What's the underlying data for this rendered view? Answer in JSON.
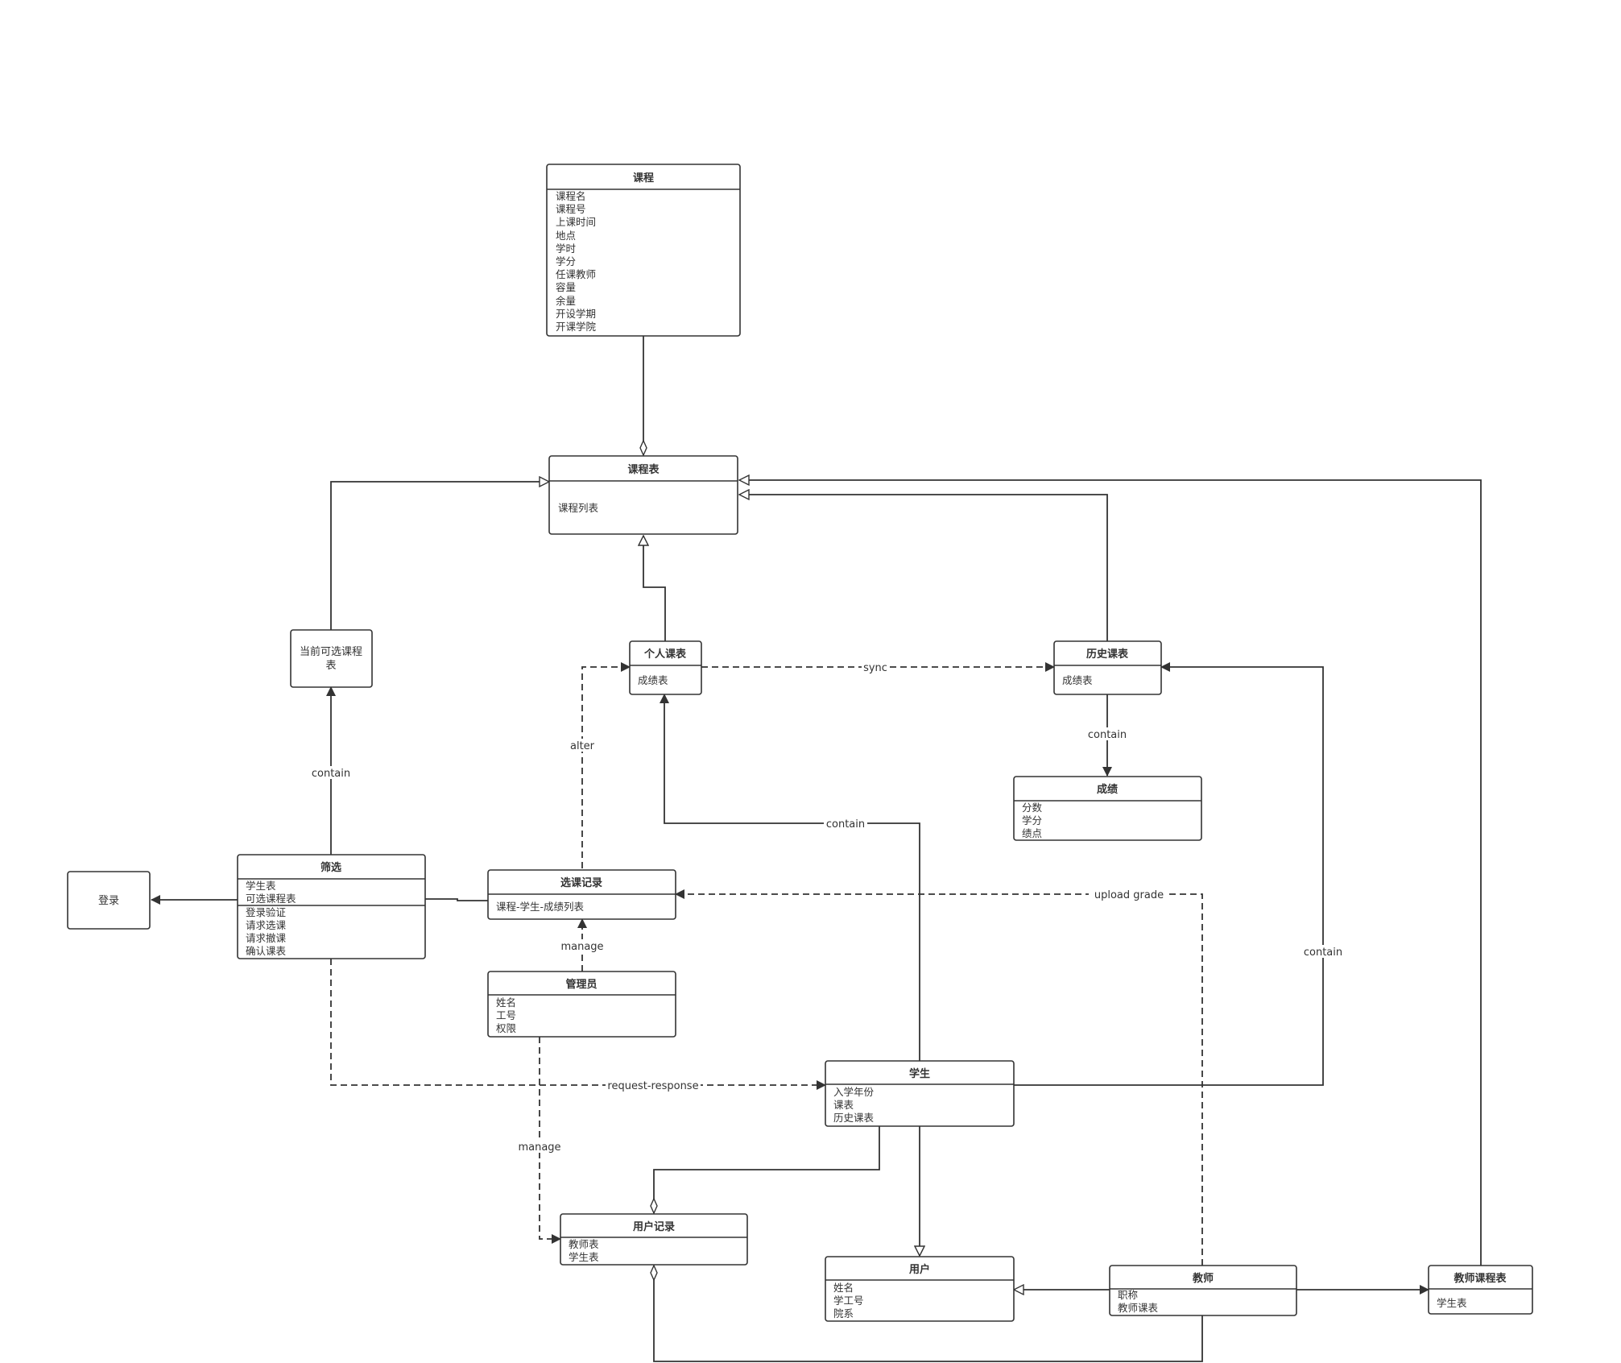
{
  "classes": {
    "course": {
      "title": "课程",
      "attrs": [
        "课程名",
        "课程号",
        "上课时间",
        "地点",
        "学时",
        "学分",
        "任课教师",
        "容量",
        "余量",
        "开设学期",
        "开课学院"
      ]
    },
    "course_table": {
      "title": "课程表",
      "attrs": [
        "课程列表"
      ]
    },
    "personal_table": {
      "title": "个人课表",
      "attrs": [
        "成绩表"
      ]
    },
    "history_table": {
      "title": "历史课表",
      "attrs": [
        "成绩表"
      ]
    },
    "grade": {
      "title": "成绩",
      "attrs": [
        "分数",
        "学分",
        "绩点"
      ]
    },
    "available_table": {
      "lines": [
        "当前可选课程",
        "表"
      ]
    },
    "filter": {
      "title": "筛选",
      "attrs": [
        "学生表",
        "可选课程表"
      ],
      "ops": [
        "登录验证",
        "请求选课",
        "请求撤课",
        "确认课表"
      ]
    },
    "login": {
      "label": "登录"
    },
    "selection_record": {
      "title": "选课记录",
      "attrs": [
        "课程-学生-成绩列表"
      ]
    },
    "admin": {
      "title": "管理员",
      "attrs": [
        "姓名",
        "工号",
        "权限"
      ]
    },
    "student": {
      "title": "学生",
      "attrs": [
        "入学年份",
        "课表",
        "历史课表"
      ]
    },
    "user_record": {
      "title": "用户记录",
      "attrs": [
        "教师表",
        "学生表"
      ]
    },
    "user": {
      "title": "用户",
      "attrs": [
        "姓名",
        "学工号",
        "院系"
      ]
    },
    "teacher": {
      "title": "教师",
      "attrs": [
        "职称",
        "教师课表"
      ]
    },
    "teacher_table": {
      "title": "教师课程表",
      "attrs": [
        "学生表"
      ]
    }
  },
  "edge_labels": {
    "sync": "sync",
    "alter": "alter",
    "contain_filter": "contain",
    "contain_history": "contain",
    "contain_student": "contain",
    "contain_right": "contain",
    "upload_grade": "upload grade",
    "manage_record": "manage",
    "manage_user": "manage",
    "request_response": "request-response"
  }
}
